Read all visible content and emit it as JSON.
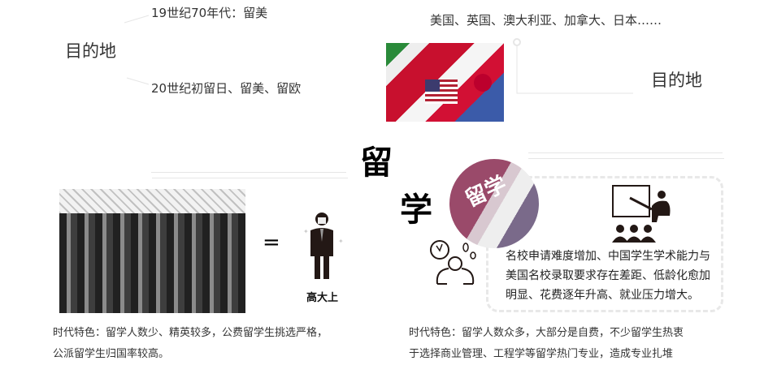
{
  "left": {
    "destination_label": "目的地",
    "item_1870s": "19世纪70年代：留美",
    "item_1900s": "20世纪初留日、留美、留欧",
    "equals": "=",
    "icon_caption": "高大上",
    "era_traits_lines": [
      "时代特色：留学人数少、精英较多，公费留学生挑选严格，",
      "公派留学生归国率较高。"
    ]
  },
  "center": {
    "char_1": "留",
    "char_2": "学"
  },
  "right": {
    "countries": "美国、英国、澳大利亚、加拿大、日本……",
    "destination_label": "目的地",
    "box_lines": [
      "名校申请难度增加、中国学生学术能力与",
      "美国名校录取要求存在差距、低龄化愈加",
      "明显、花费逐年升高、就业压力增大。"
    ],
    "era_traits_lines": [
      "时代特色：留学人数众多，大部分是自费，不少留学生热衷",
      "于选择商业管理、工程学等留学热门专业，造成专业扎堆"
    ]
  },
  "colors": {
    "line": "#e6e6e6",
    "text": "#333333",
    "icon": "#231815"
  }
}
